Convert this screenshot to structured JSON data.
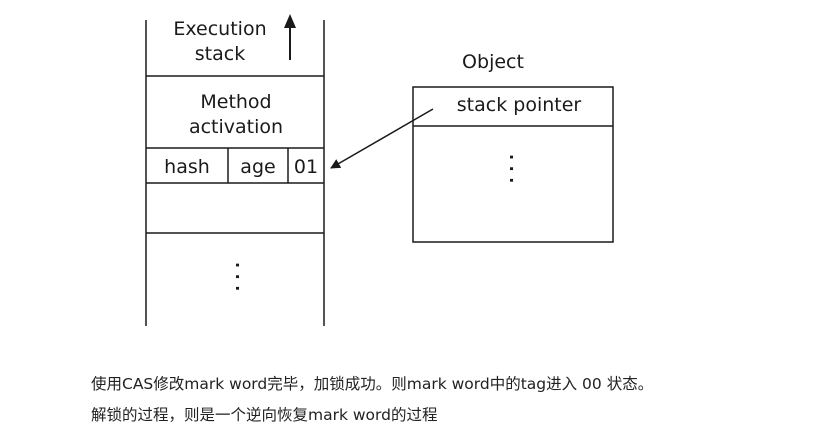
{
  "diagram": {
    "stack": {
      "top_label_line1": "Execution",
      "top_label_line2": "stack",
      "method_line1": "Method",
      "method_line2": "activation",
      "mark_word": {
        "hash": "hash",
        "age": "age",
        "lock_bits": "01"
      },
      "ellipsis": ". . ."
    },
    "object": {
      "title": "Object",
      "field": "stack pointer",
      "ellipsis": ". . ."
    }
  },
  "caption": {
    "line1": "使用CAS修改mark word完毕，加锁成功。则mark word中的tag进入 00 状态。",
    "line2": "解锁的过程，则是一个逆向恢复mark word的过程"
  }
}
